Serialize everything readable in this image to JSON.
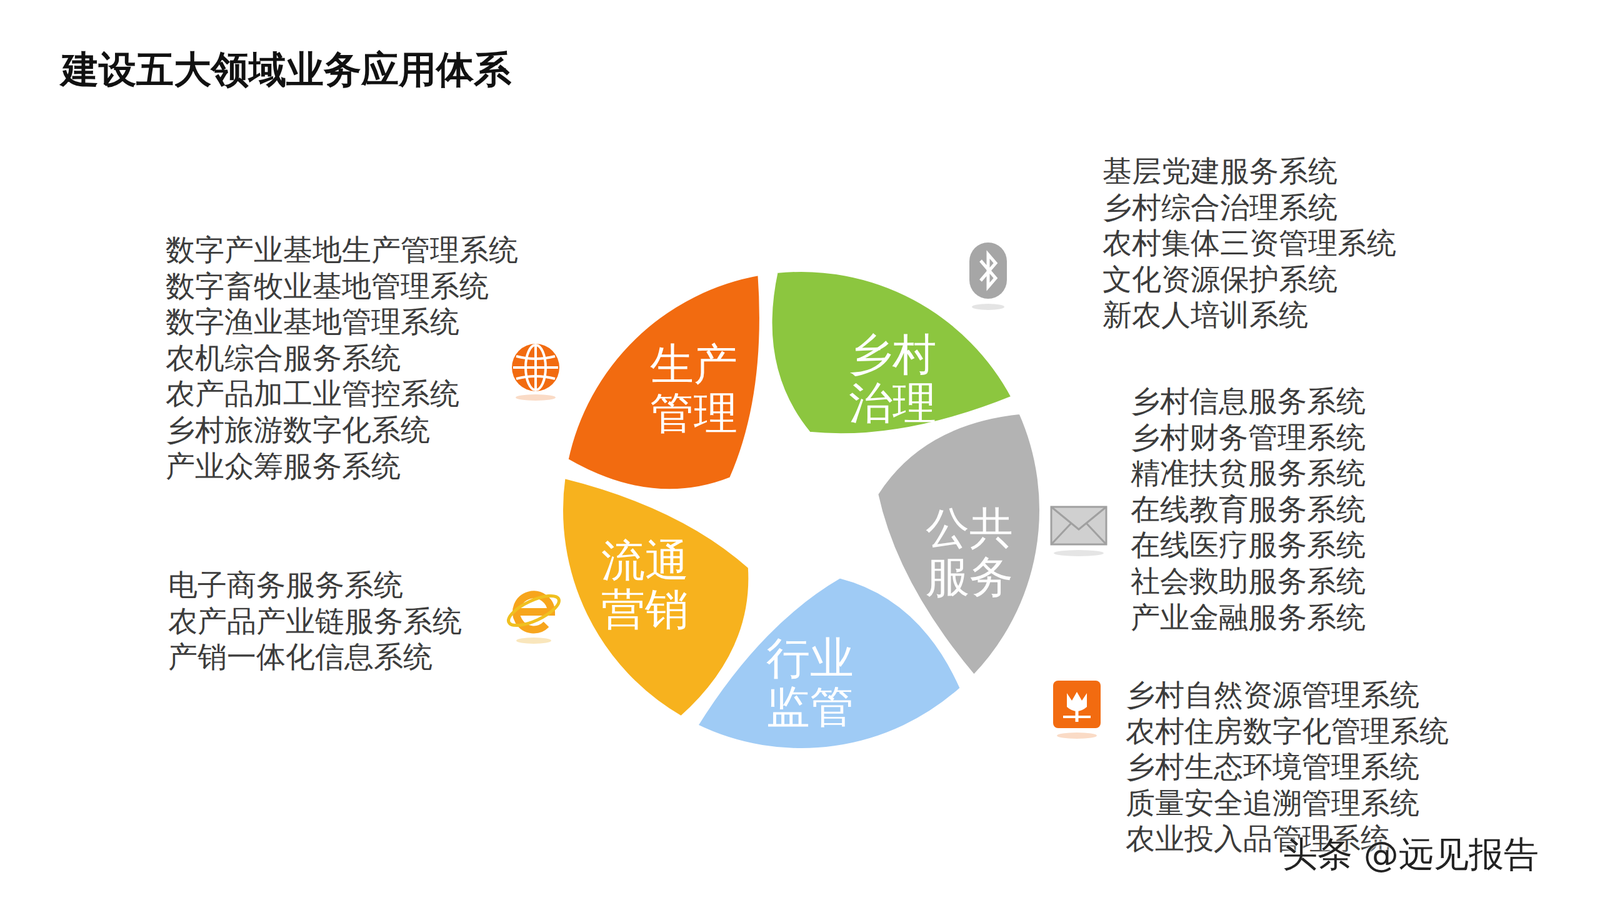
{
  "diagram": {
    "title": "建设五大领域业务应用体系",
    "nodes": [
      {
        "text": [
          "生产 管理"
        ]
      },
      {
        "text": [
          "乡村 治理"
        ]
      },
      {
        "text": [
          "公共 服务"
        ]
      },
      {
        "text": [
          "行业 监管"
        ]
      },
      {
        "text": [
          "流通 营销"
        ]
      }
    ],
    "labels": [
      "数字产业基地生产管理系统",
      "数字畜牧业基地管理系统",
      "数字渔业基地管理系统",
      "农机综合服务系统",
      "农产品加工业管控系统",
      "乡村旅游数字化系统",
      "产业众筹服务系统",
      "基层党建服务系统",
      "乡村综合治理系统",
      "农村集体三资管理系统",
      "文化资源保护系统",
      "新农人培训系统",
      "乡村信息服务系统",
      "乡村财务管理系统",
      "精准扶贫服务系统",
      "在线教育服务系统",
      "在线医疗服务系统",
      "社会救助服务系统",
      "产业金融服务系统",
      "乡村自然资源管理系统",
      "农村住房数字化管理系统",
      "乡村生态环境管理系统",
      "质量安全追溯管理系统",
      "农业投入品管理系统",
      "电子商务服务系统",
      "农产品产业链服务系统",
      "产销一体化信息系统",
      "头条 @远见报告"
    ]
  }
}
